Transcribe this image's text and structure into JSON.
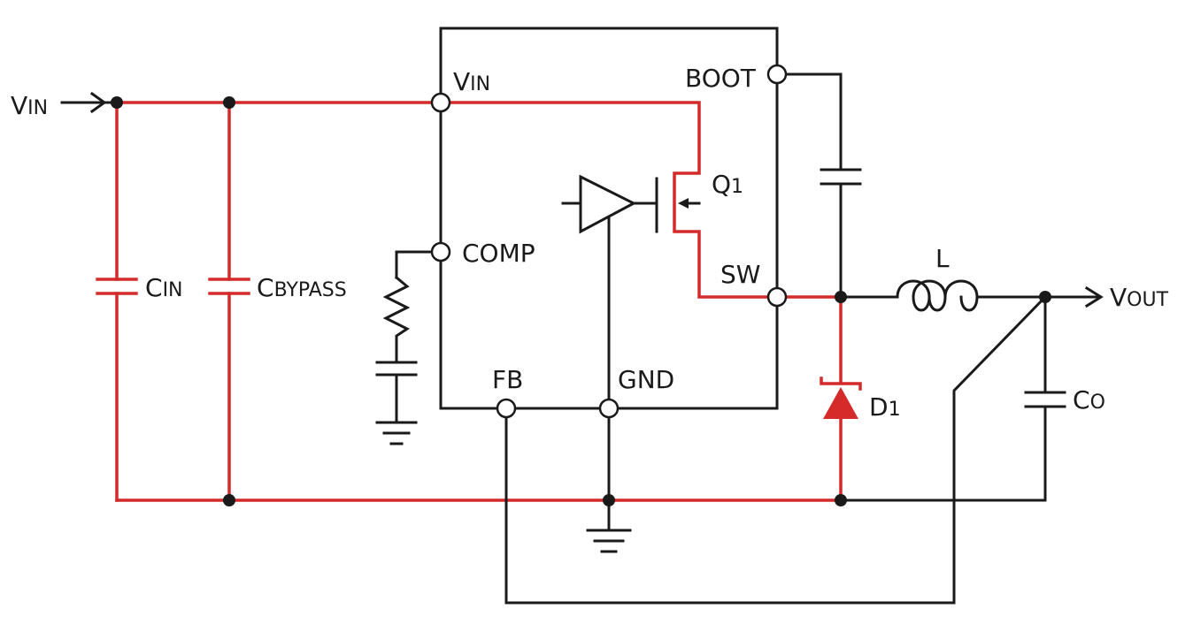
{
  "colors": {
    "wire": "#1a1a1a",
    "current_path": "#d42a2a",
    "background": "#ffffff"
  },
  "labels": {
    "vin_input": {
      "main": "V",
      "sub": "IN"
    },
    "vin_pin": {
      "main": "V",
      "sub": "IN"
    },
    "boot": "BOOT",
    "comp": "COMP",
    "q1": {
      "main": "Q",
      "sub": "1"
    },
    "sw": "SW",
    "fb": "FB",
    "gnd": "GND",
    "cin": {
      "main": "C",
      "sub": "IN"
    },
    "cbypass": {
      "main": "C",
      "sub": "BYPASS"
    },
    "inductor": "L",
    "vout": {
      "main": "V",
      "sub": "OUT"
    },
    "d1": {
      "main": "D",
      "sub": "1"
    },
    "co": {
      "main": "C",
      "sub": "O"
    }
  }
}
